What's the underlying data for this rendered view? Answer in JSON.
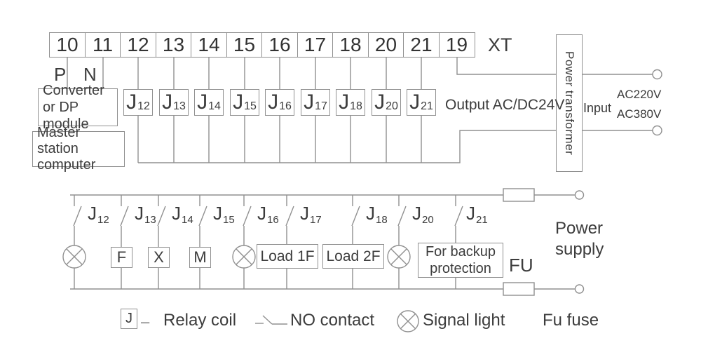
{
  "colors": {
    "line": "#909090",
    "text": "#3c3c3c"
  },
  "terminal_strip": {
    "label": "XT",
    "terminals": [
      "10",
      "11",
      "12",
      "13",
      "14",
      "15",
      "16",
      "17",
      "18",
      "20",
      "21",
      "19"
    ]
  },
  "top": {
    "p_label": "P",
    "n_label": "N",
    "converter_line1": "Converter",
    "converter_line2": "or DP module",
    "master_line1": "Master station",
    "master_line2": "computer",
    "coils": [
      {
        "p": "J",
        "s": "12"
      },
      {
        "p": "J",
        "s": "13"
      },
      {
        "p": "J",
        "s": "14"
      },
      {
        "p": "J",
        "s": "15"
      },
      {
        "p": "J",
        "s": "16"
      },
      {
        "p": "J",
        "s": "17"
      },
      {
        "p": "J",
        "s": "18"
      },
      {
        "p": "J",
        "s": "20"
      },
      {
        "p": "J",
        "s": "21"
      }
    ],
    "output_label": "Output AC/DC24V",
    "transformer_label": "Power transformer",
    "input_label": "Input",
    "input_v1": "AC220V",
    "input_v2": "AC380V"
  },
  "lower": {
    "contacts": [
      {
        "p": "J",
        "s": "12"
      },
      {
        "p": "J",
        "s": "13"
      },
      {
        "p": "J",
        "s": "14"
      },
      {
        "p": "J",
        "s": "15"
      },
      {
        "p": "J",
        "s": "16"
      },
      {
        "p": "J",
        "s": "17"
      },
      {
        "p": "J",
        "s": "18"
      },
      {
        "p": "J",
        "s": "20"
      },
      {
        "p": "J",
        "s": "21"
      }
    ],
    "device_f": "F",
    "device_x": "X",
    "device_m": "M",
    "load1": "Load 1F",
    "load2": "Load 2F",
    "backup_line1": "For backup",
    "backup_line2": "protection",
    "fu_label": "FU",
    "power_line1": "Power",
    "power_line2": "supply"
  },
  "legend": {
    "relay_j": "J",
    "dash": "–",
    "relay": "Relay coil",
    "no_contact": "NO contact",
    "signal": "Signal light",
    "fuse": "Fu fuse"
  }
}
